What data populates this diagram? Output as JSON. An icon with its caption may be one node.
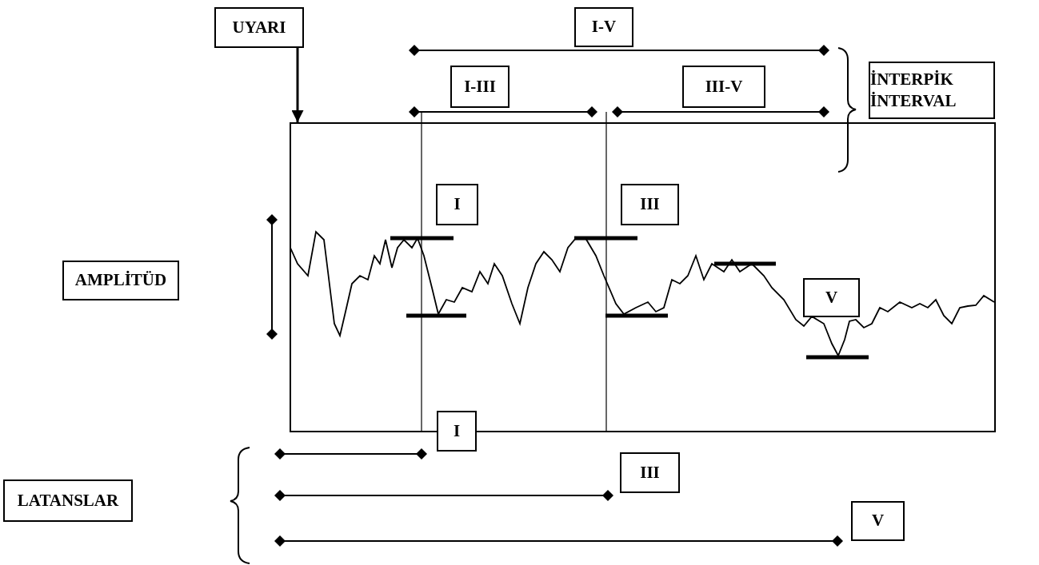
{
  "diagram": {
    "nodes": [
      {
        "text": [
          "UYARI"
        ]
      },
      {
        "text": [
          "I-V"
        ]
      },
      {
        "text": [
          "I-III"
        ]
      },
      {
        "text": [
          "III-V"
        ]
      },
      {
        "text": [
          "İNTERPİK İNTERVAL"
        ]
      },
      {
        "text": [],
        "shape": "box"
      },
      {
        "text": [
          "I"
        ],
        "in": 5
      },
      {
        "text": [
          "III"
        ],
        "in": 5
      },
      {
        "text": [
          "AMPLİTÜD"
        ]
      },
      {
        "text": [
          "V"
        ],
        "in": 5
      },
      {
        "text": [
          "LATANSLAR"
        ]
      },
      {
        "text": [
          "I"
        ]
      },
      {
        "text": [
          "III"
        ]
      },
      {
        "text": [
          "V"
        ]
      }
    ],
    "edges": [
      {
        "from": 0,
        "to": 5,
        "arrow": "to"
      }
    ]
  }
}
